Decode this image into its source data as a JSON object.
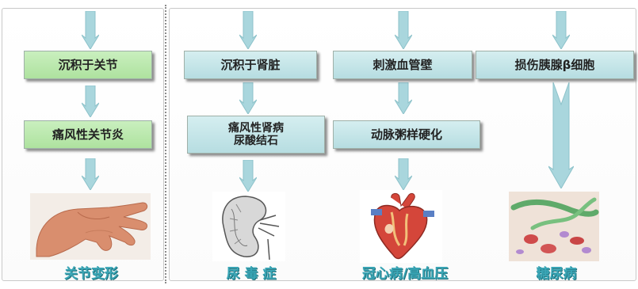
{
  "column1": {
    "box1": "沉积于关节",
    "box2": "痛风性关节炎",
    "result": "关节变形"
  },
  "column2": {
    "box1": "沉积于肾脏",
    "box2_line1": "痛风性肾病",
    "box2_line2": "尿酸结石",
    "result": "尿 毒 症"
  },
  "column3": {
    "box1": "刺激血管壁",
    "box2": "动脉粥样硬化",
    "result": "冠心病/高血压"
  },
  "column4": {
    "box1": "损伤胰腺β细胞",
    "result": "糖尿病"
  },
  "colors": {
    "green_box": "#b7e7a9",
    "teal_box": "#c5e6e9",
    "arrow": "#a9d6dd",
    "result_text": "#3aa6b6"
  },
  "icons": [
    "hand-image",
    "kidney-image",
    "heart-image",
    "cells-image"
  ]
}
